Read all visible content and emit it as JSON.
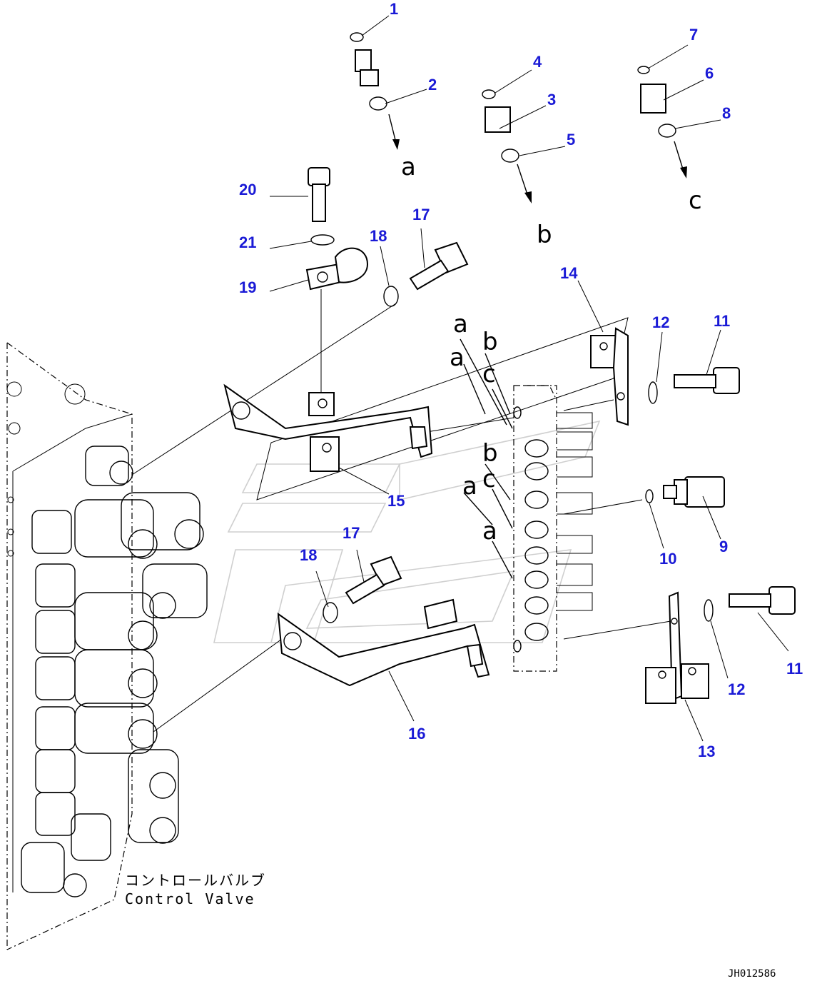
{
  "diagram": {
    "part_numbers": [
      "1",
      "2",
      "3",
      "4",
      "5",
      "6",
      "7",
      "8",
      "9",
      "10",
      "11",
      "11",
      "12",
      "12",
      "13",
      "14",
      "15",
      "16",
      "17",
      "17",
      "18",
      "18",
      "19",
      "20",
      "21"
    ],
    "port_letters_top": [
      "a",
      "b",
      "c"
    ],
    "port_letters_block": [
      "a",
      "a",
      "b",
      "c",
      "b",
      "c",
      "a",
      "a"
    ],
    "component_label_jp": "コントロールバルブ",
    "component_label_en": "Control Valve",
    "drawing_code": "JH012586"
  }
}
